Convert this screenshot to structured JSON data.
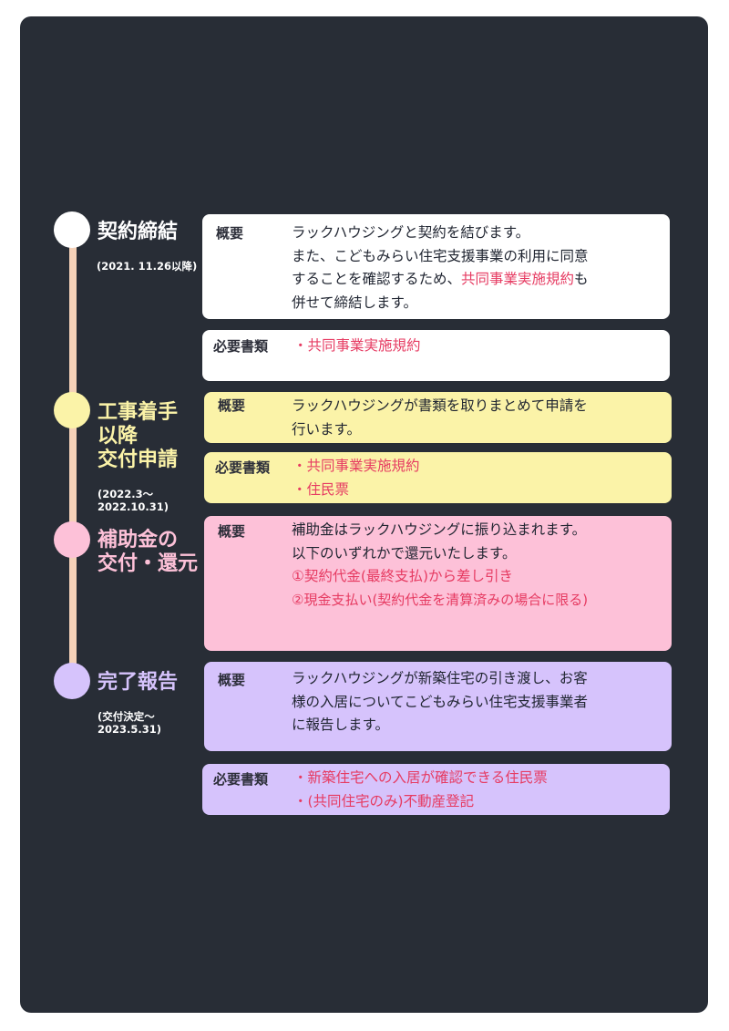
{
  "colors": {
    "panel": "#282d36",
    "timeline": "#f5d1b8",
    "white": "#ffffff",
    "yellow": "#fbf3a8",
    "pink": "#fdc1d8",
    "purple": "#d6c3fc",
    "accent_red": "#e63b62"
  },
  "stages": [
    {
      "title": "契約締結",
      "date": "(2021. 11.26以降)",
      "overview_label": "概要",
      "overview_lines": [
        "ラックハウジングと契約を結びます。",
        "また、こどもみらい住宅支援事業の利用に同意",
        "することを確認するため、"
      ],
      "overview_highlight": "共同事業実施規約",
      "overview_tail": "も",
      "overview_last": "併せて締結します。",
      "docs_label": "必要書類",
      "docs": [
        "・共同事業実施規約"
      ]
    },
    {
      "title": "工事着手\n以降\n交付申請",
      "date": "(2022.3〜\n2022.10.31)",
      "overview_label": "概要",
      "overview_lines": [
        "ラックハウジングが書類を取りまとめて申請を",
        "行います。"
      ],
      "docs_label": "必要書類",
      "docs": [
        "・共同事業実施規約",
        "・住民票"
      ]
    },
    {
      "title": "補助金の\n交付・還元",
      "overview_label": "概要",
      "overview_lines": [
        "補助金はラックハウジングに振り込まれます。",
        "以下のいずれかで還元いたします。"
      ],
      "options": [
        "①契約代金(最終支払)から差し引き",
        "②現金支払い(契約代金を清算済みの場合に限る)"
      ]
    },
    {
      "title": "完了報告",
      "date": "(交付決定〜\n2023.5.31)",
      "overview_label": "概要",
      "overview_lines": [
        "ラックハウジングが新築住宅の引き渡し、お客",
        "様の入居についてこどもみらい住宅支援事業者",
        "に報告します。"
      ],
      "docs_label": "必要書類",
      "docs": [
        "・新築住宅への入居が確認できる住民票",
        "・(共同住宅のみ)不動産登記"
      ]
    }
  ]
}
